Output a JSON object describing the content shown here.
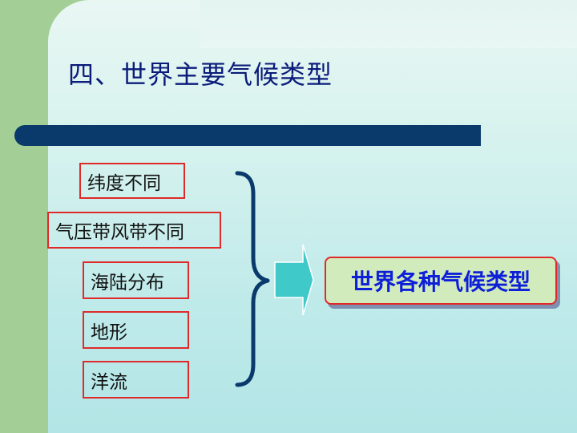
{
  "slide": {
    "title": "四、世界主要气候类型",
    "factors": [
      "纬度不同",
      "气压带风带不同",
      "海陆分布",
      "地形",
      "洋流"
    ],
    "result": "世界各种气候类型"
  },
  "colors": {
    "title_text": "#0b1b7a",
    "rule_bar": "#0a3a6b",
    "box_border": "#e02a2a",
    "brace": "#0a3a6b",
    "arrow_fill": "#3fc9c9",
    "result_fill": "#d2ebbd",
    "result_text": "#0d20d8"
  }
}
